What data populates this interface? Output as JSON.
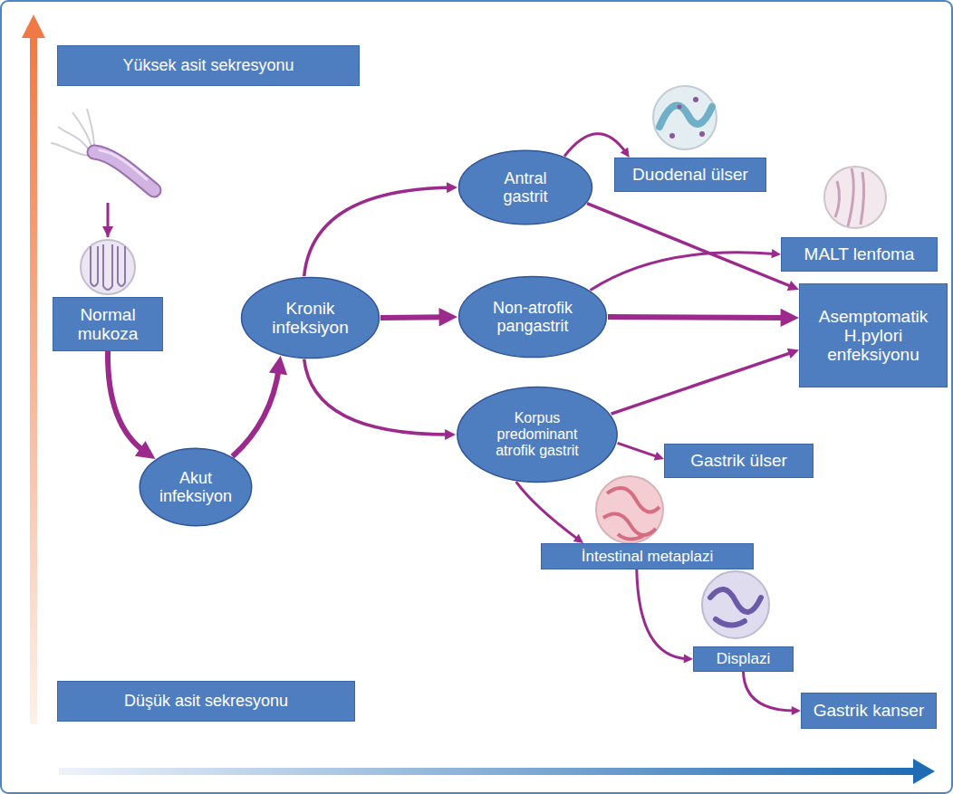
{
  "diagram": {
    "nodes": [
      {
        "text": [
          "Yüksek asit sekresyonu"
        ]
      },
      {
        "text": [
          "Normal mukoza"
        ]
      },
      {
        "text": [
          "Akut infeksiyon"
        ]
      },
      {
        "text": [
          "Kronik infeksiyon"
        ]
      },
      {
        "text": [
          "Antral gastrit"
        ]
      },
      {
        "text": [
          "Duodenal ülser"
        ]
      },
      {
        "text": [
          "Non-atrofik pangastrit"
        ]
      },
      {
        "text": [
          "MALT lenfoma"
        ]
      },
      {
        "text": [
          "Asemptomatik H.pylori enfeksiyonu"
        ]
      },
      {
        "text": [
          "Korpus predominant atrofik gastrit"
        ]
      },
      {
        "text": [
          "Gastrik ülser"
        ]
      },
      {
        "text": [
          "İntestinal metaplazi"
        ]
      },
      {
        "text": [
          "Displazi"
        ]
      },
      {
        "text": [
          "Gastrik kanser"
        ]
      },
      {
        "text": [
          "Düşük asit sekresyonu"
        ]
      }
    ],
    "edges": [
      {
        "from": 1,
        "to": 2,
        "arrow": "to"
      },
      {
        "from": 2,
        "to": 3,
        "arrow": "to"
      },
      {
        "from": 3,
        "to": 4,
        "arrow": "to"
      },
      {
        "from": 3,
        "to": 6,
        "arrow": "to"
      },
      {
        "from": 3,
        "to": 9,
        "arrow": "to"
      },
      {
        "from": 4,
        "to": 5,
        "arrow": "to"
      },
      {
        "from": 4,
        "to": 8,
        "arrow": "to"
      },
      {
        "from": 6,
        "to": 7,
        "arrow": "to"
      },
      {
        "from": 6,
        "to": 8,
        "arrow": "to"
      },
      {
        "from": 9,
        "to": 8,
        "arrow": "to"
      },
      {
        "from": 9,
        "to": 10,
        "arrow": "to"
      },
      {
        "from": 9,
        "to": 11,
        "arrow": "to"
      },
      {
        "from": 11,
        "to": 12,
        "arrow": "to"
      },
      {
        "from": 12,
        "to": 13,
        "arrow": "to"
      }
    ]
  }
}
